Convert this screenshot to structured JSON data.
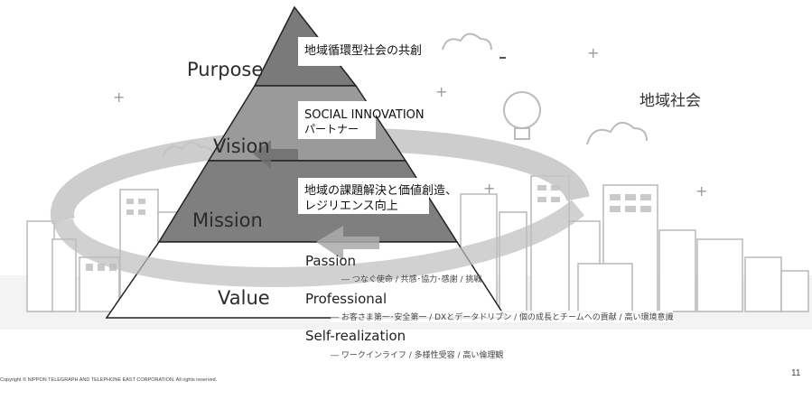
{
  "pyramid": {
    "purpose": {
      "label": "Purpose",
      "description": "地域循環型社会の共創"
    },
    "vision": {
      "label": "Vision",
      "description_lines": [
        "SOCIAL INNOVATION",
        "パートナー"
      ]
    },
    "mission": {
      "label": "Mission",
      "description_lines": [
        "地域の課題解決と価値創造、",
        "レジリエンス向上"
      ]
    },
    "value": {
      "label": "Value"
    }
  },
  "values": [
    {
      "heading": "Passion",
      "detail": "― つなぐ使命 / 共感･協力･感謝 / 挑戦"
    },
    {
      "heading": "Professional",
      "detail": "― お客さま第一･安全第一 / DXとデータドリブン / 個の成長とチームへの貢献 / 高い環境意識"
    },
    {
      "heading": "Self-realization",
      "detail": "― ワークインライフ / 多様性受容 / 高い倫理観"
    }
  ],
  "region_label": "地域社会",
  "footer": {
    "copyright": "Copyright © NIPPON TELEGRAPH AND TELEPHONE EAST CORPORATION. All rights reserved.",
    "page_number": "11"
  }
}
